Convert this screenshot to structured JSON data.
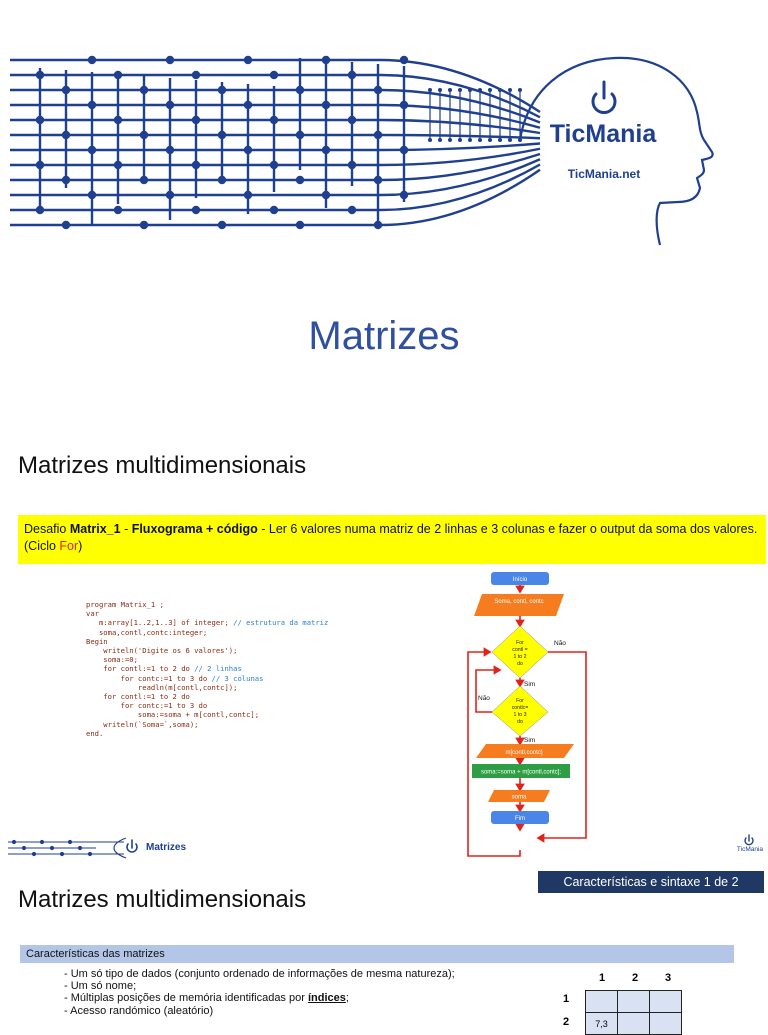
{
  "cover": {
    "brand": "TicMania",
    "brand_url": "TicMania.net",
    "title": "Matrizes"
  },
  "section1": {
    "title": "Matrizes multidimensionais",
    "challenge": {
      "prefix": "Desafio ",
      "name": "Matrix_1",
      "sep": " - ",
      "kind": "Fluxograma + código",
      "text": " - Ler 6 valores numa matriz de 2 linhas e 3 colunas e fazer o output da soma dos valores. (Ciclo ",
      "loop": "For",
      "close": ")"
    },
    "code": [
      "program Matrix_1 ;",
      "var",
      "   m:array[1..2,1..3] of integer; ",
      "   soma,contl,contc:integer;",
      "Begin",
      "    writeln('Digite os 6 valores');",
      "    soma:=0;",
      "    for contl:=1 to 2 do ",
      "        for contc:=1 to 3 do ",
      "            readln(m[contl,contc]);",
      "    for contl:=1 to 2 do",
      "        for contc:=1 to 3 do",
      "            soma:=soma + m[contl,contc];",
      "    writeln(`Soma=`,soma);",
      "end."
    ],
    "code_comments": [
      "",
      "",
      "// estrutura da matriz",
      "",
      "",
      "",
      "",
      "// 2 linhas",
      "// 3 colunas",
      "",
      "",
      "",
      "",
      "",
      ""
    ],
    "flowchart": {
      "start": "Início",
      "init": "Soma, contl, contc",
      "loop1": [
        "For",
        "contl =",
        "1 to 2",
        "do"
      ],
      "loop2": [
        "For",
        "contlc=",
        "1 to 3",
        "do"
      ],
      "yes1": "Sim",
      "no1": "Não",
      "yes2": "Sim",
      "no2": "Não",
      "read": "m[contl,contc]",
      "sum": "soma:=soma + m[contl,contc];",
      "output": "soma",
      "end": "Fim",
      "colors": {
        "blue": "#4a86e8",
        "orange": "#f57c1f",
        "yellow": "#ffff00",
        "green": "#2e9e44",
        "arrow": "#e0241b"
      }
    },
    "footer": {
      "label": "Matrizes",
      "brand": "TicMania"
    }
  },
  "section2": {
    "title": "Matrizes multidimensionais",
    "badge": "Características e sintaxe 1 de 2",
    "header": "Características das matrizes",
    "items": [
      {
        "before": "- Um só tipo de dados (conjunto ordenado de informações de mesma natureza);",
        "em": "",
        "after": ""
      },
      {
        "before": "- Um só nome;",
        "em": "",
        "after": ""
      },
      {
        "before": "- Múltiplas posições de memória identificadas por ",
        "em": "índices",
        "after": ";"
      },
      {
        "before": "- Acesso randómico (aleatório)",
        "em": "",
        "after": ""
      }
    ],
    "matrix": {
      "cols": [
        "1",
        "2",
        "3"
      ],
      "rows": [
        "1",
        "2"
      ],
      "cells": [
        [
          "",
          "",
          ""
        ],
        [
          "7,3",
          "",
          ""
        ]
      ]
    }
  },
  "colors": {
    "brand": "#1f3f8f",
    "title": "#2f4f9f",
    "highlight": "#ffff00",
    "badge": "#1f3864",
    "table_header": "#b4c6e7"
  },
  "icons": [
    "power-icon",
    "head-silhouette-icon",
    "circuit-board-art"
  ]
}
